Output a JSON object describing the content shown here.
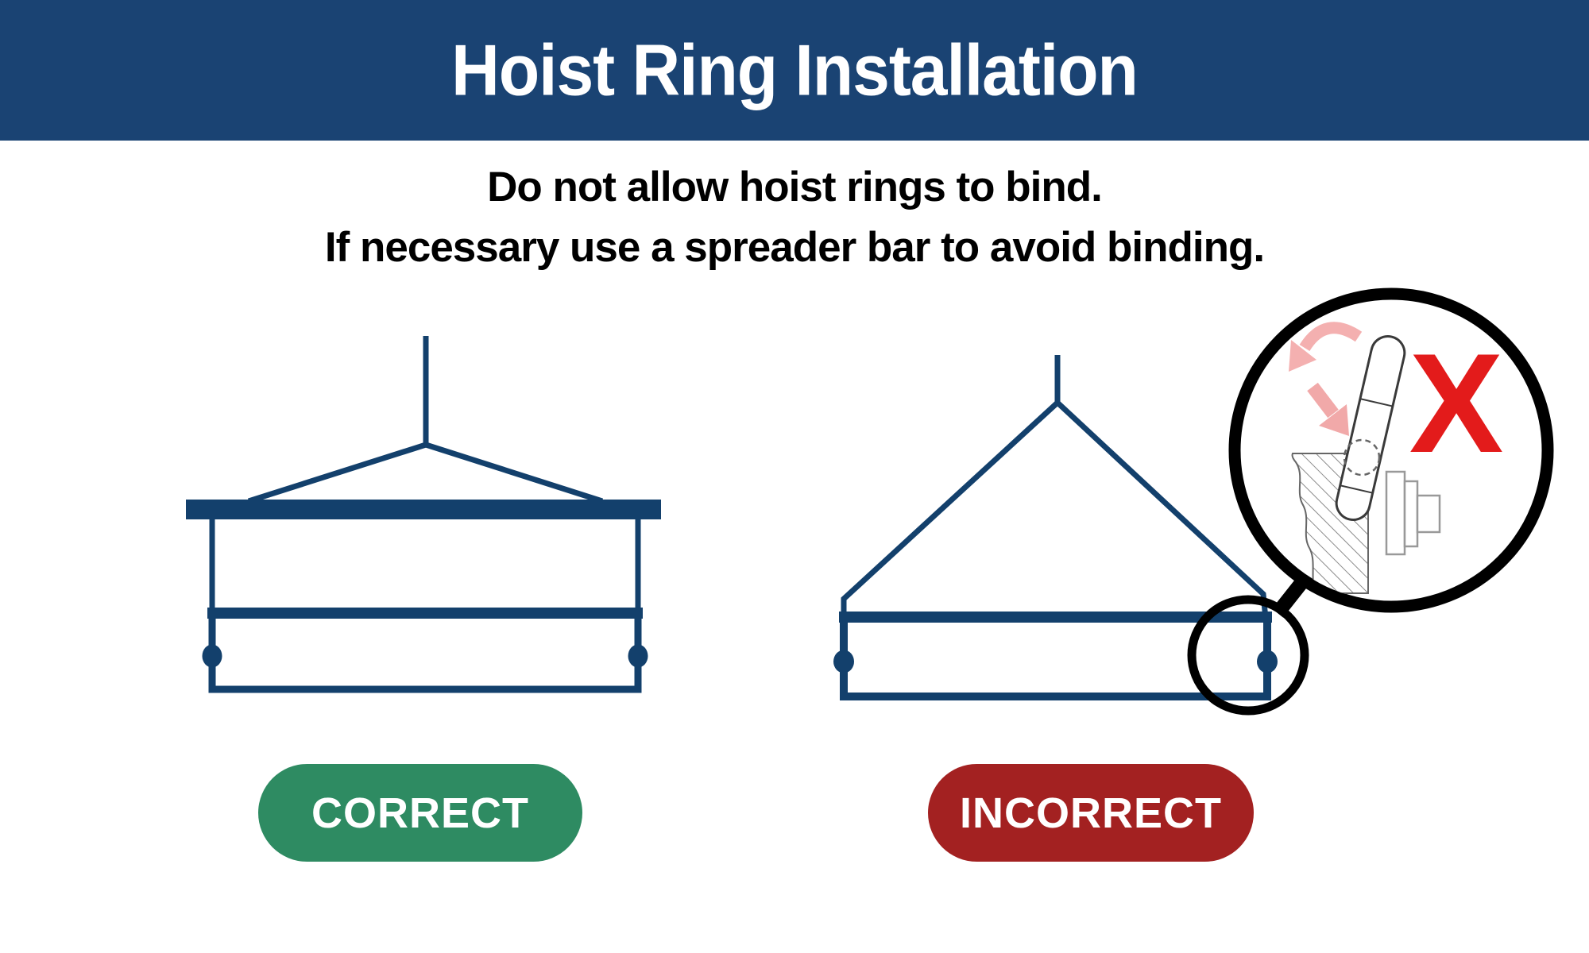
{
  "header": {
    "title": "Hoist Ring Installation",
    "bg_color": "#1a4373",
    "text_color": "#ffffff"
  },
  "instructions": {
    "line1": "Do not allow hoist rings to bind.",
    "line2": "If necessary use a spreader bar to avoid binding."
  },
  "badges": {
    "correct_label": "CORRECT",
    "incorrect_label": "INCORRECT",
    "correct_color": "#2e8b62",
    "incorrect_color": "#a32121"
  },
  "callout": {
    "x_mark": "X",
    "x_color": "#e31b1b",
    "arrow_pink": "#f2a3a3",
    "outline_color": "#000000"
  },
  "diagram": {
    "line_color": "#13406c"
  }
}
